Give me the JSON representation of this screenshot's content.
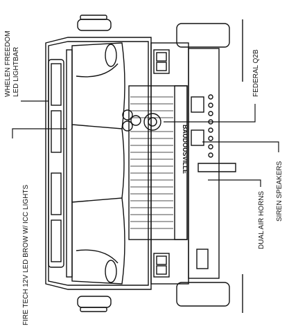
{
  "labels": {
    "lightbar_line1": "WHELEN FREEDOM",
    "lightbar_line2": "LED LIGHTBAR",
    "led_brow": "FIRE TECH 12V LED BROW W/ ICC LIGHTS",
    "federal": "FEDERAL Q2B",
    "siren_speakers": "SIREN SPEAKERS",
    "air_horns": "DUAL AIR HORNS"
  },
  "truck": {
    "grille_text": "BAUDOUSVILLE"
  },
  "colors": {
    "ink": "#111111",
    "background": "#ffffff",
    "panel": "#f4f4f4"
  }
}
